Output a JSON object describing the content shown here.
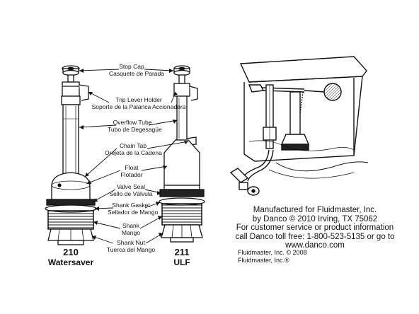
{
  "labels": [
    {
      "en": "Stop Cap",
      "es": "Casquete de Parada"
    },
    {
      "en": "Trip Lever Holder",
      "es": "Soporte de la Palanca Accionadora"
    },
    {
      "en": "Overflow Tube",
      "es": "Tubo de Degesagüe"
    },
    {
      "en": "Chain Tab",
      "es": "Orejeta de la Cadena"
    },
    {
      "en": "Float",
      "es": "Flotador"
    },
    {
      "en": "Valve Seal",
      "es": "Sello de Válvula"
    },
    {
      "en": "Shank Gasket",
      "es": "Sellador de Mango"
    },
    {
      "en": "Shank",
      "es": "Mango"
    },
    {
      "en": "Shank Nut",
      "es": "Tuerca del Mango"
    }
  ],
  "models": [
    {
      "number": "210",
      "name": "Watersaver"
    },
    {
      "number": "211",
      "name": "ULF"
    }
  ],
  "info": {
    "line1": "Manufactured for Fluidmaster, Inc.",
    "line2": "by Danco © 2010  Irving, TX 75062",
    "line3": "For customer service or product information",
    "line4": "call Danco toll free: 1-800-523-5135 or go to",
    "line5": "www.danco.com",
    "copyright1": "Fluidmaster, Inc. © 2008",
    "copyright2": "Fluidmaster, Inc.®"
  }
}
